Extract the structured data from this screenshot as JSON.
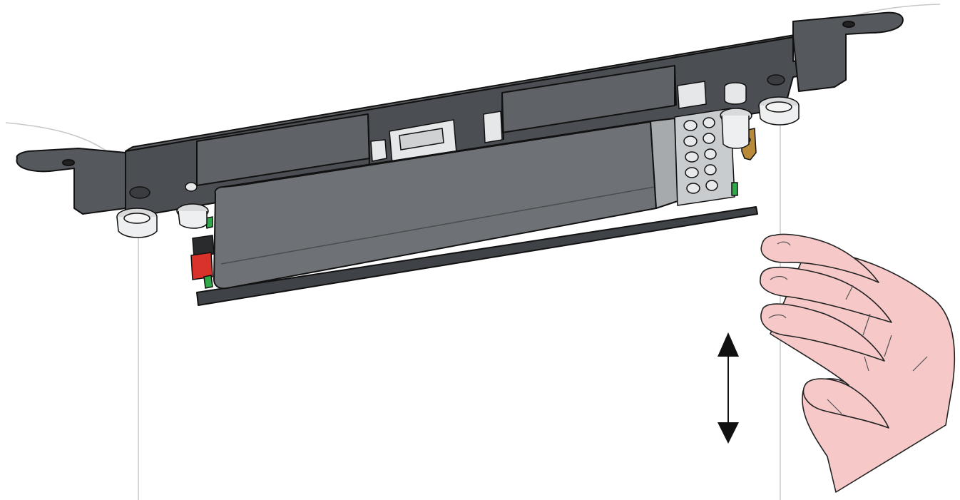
{
  "illustration": {
    "subject": "ceiling-suspended-luminaire-gear-tray",
    "elements": [
      "mounting-bracket",
      "driver-unit",
      "terminal-block",
      "suspension-wire",
      "adjust-arrow",
      "hand"
    ],
    "colors": {
      "metal_dark": "#3f4246",
      "metal_mid": "#5b5e62",
      "metal_light": "#8a8d90",
      "driver_body": "#6e7276",
      "terminal_block": "#c9ccce",
      "connector_red": "#d9322b",
      "lug_brass": "#b88a3a",
      "wire": "#c8c8c8",
      "hand_fill": "#f6c8c8",
      "outline": "#111111"
    },
    "adjust_direction": "up-down"
  }
}
